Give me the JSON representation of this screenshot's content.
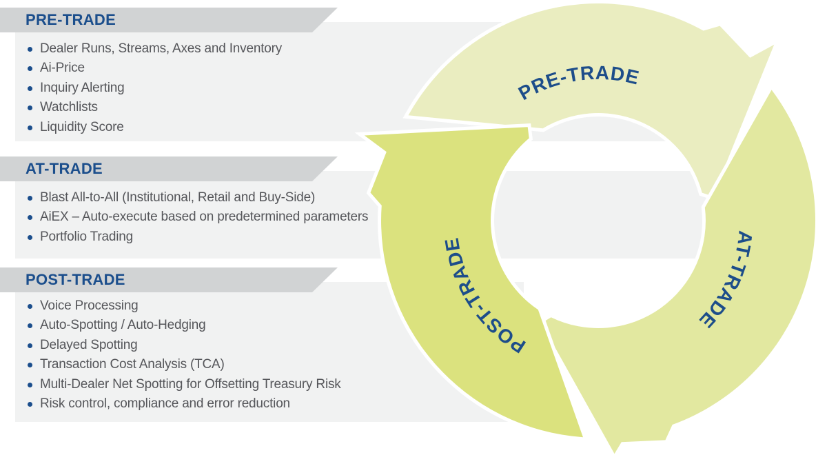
{
  "sections": [
    {
      "header": "PRE-TRADE",
      "items": [
        "Dealer Runs, Streams, Axes and Inventory",
        "Ai-Price",
        "Inquiry Alerting",
        "Watchlists",
        "Liquidity Score"
      ]
    },
    {
      "header": "AT-TRADE",
      "items": [
        "Blast All-to-All (Institutional, Retail and Buy-Side)",
        "AiEX – Auto-execute based on predetermined parameters",
        "Portfolio Trading"
      ]
    },
    {
      "header": "POST-TRADE",
      "items": [
        "Voice Processing",
        "Auto-Spotting / Auto-Hedging",
        "Delayed Spotting",
        "Transaction Cost Analysis (TCA)",
        "Multi-Dealer Net Spotting for Offsetting Treasury Risk",
        "Risk control, compliance and error reduction"
      ]
    }
  ],
  "diagram": {
    "labels": [
      "PRE-TRADE",
      "AT-TRADE",
      "POST-TRADE"
    ],
    "arrows": [
      {
        "name": "pre-trade",
        "color": "#eaedc0"
      },
      {
        "name": "at-trade",
        "color": "#e2e8a0"
      },
      {
        "name": "post-trade",
        "color": "#dbe27e"
      }
    ],
    "label_color": "#1d4d8a"
  },
  "colors": {
    "banner_gray": "#d1d3d4",
    "panel_gray": "#f1f2f2",
    "navy": "#1b4e8c",
    "bullet_text": "#55565a"
  }
}
